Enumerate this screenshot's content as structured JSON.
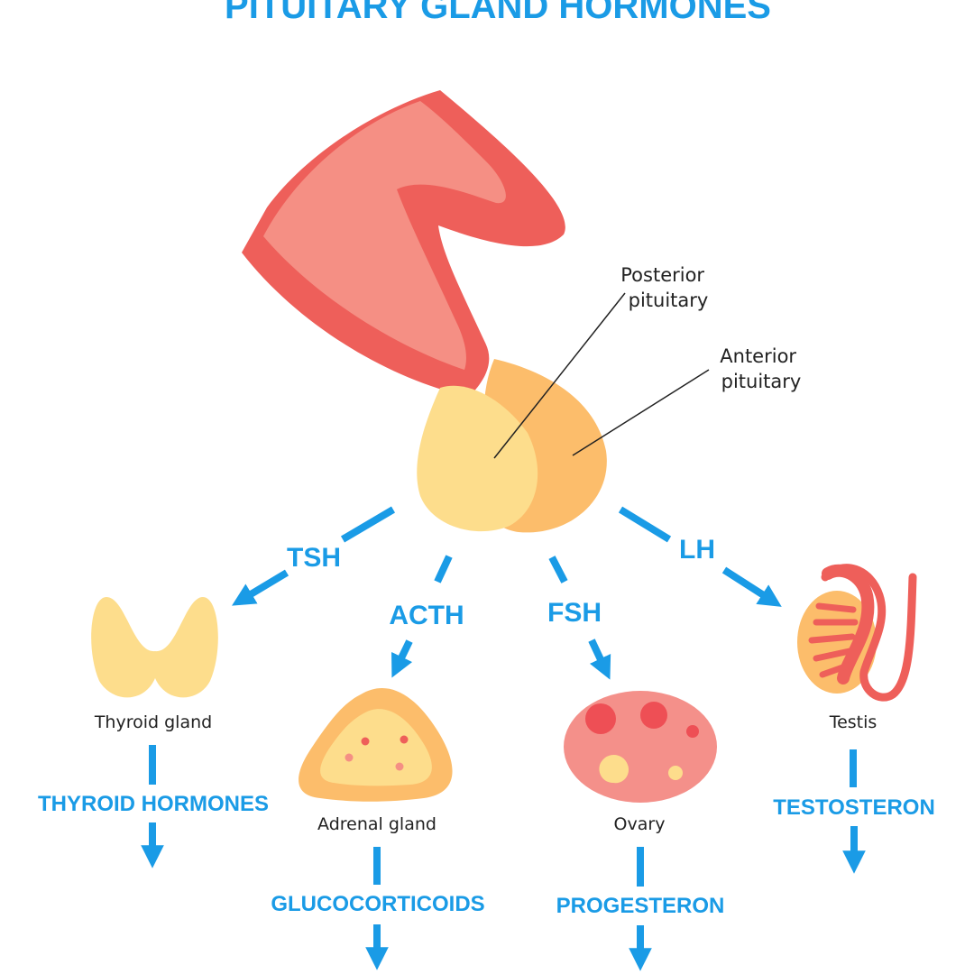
{
  "title": "PITUITARY GLAND HORMONES",
  "labels": {
    "posterior": [
      "Posterior",
      "pituitary"
    ],
    "anterior": [
      "Anterior",
      "pituitary"
    ]
  },
  "hormones": {
    "tsh": "TSH",
    "acth": "ACTH",
    "fsh": "FSH",
    "lh": "LH"
  },
  "organs": {
    "thyroid": "Thyroid gland",
    "adrenal": "Adrenal gland",
    "ovary": "Ovary",
    "testis": "Testis"
  },
  "products": {
    "thyroid": "THYROID HORMONES",
    "adrenal": "GLUCOCORTICOIDS",
    "ovary": "PROGESTERON",
    "testis": "TESTOSTERON"
  },
  "colors": {
    "accent": "#1a9be6",
    "hypothalamus_light": "#f58f84",
    "hypothalamus_dark": "#ee5f5a",
    "posterior_lobe": "#fddd8c",
    "anterior_lobe": "#fcbd6b",
    "ovary": "#f4908a",
    "spot": "#ee4f55"
  }
}
